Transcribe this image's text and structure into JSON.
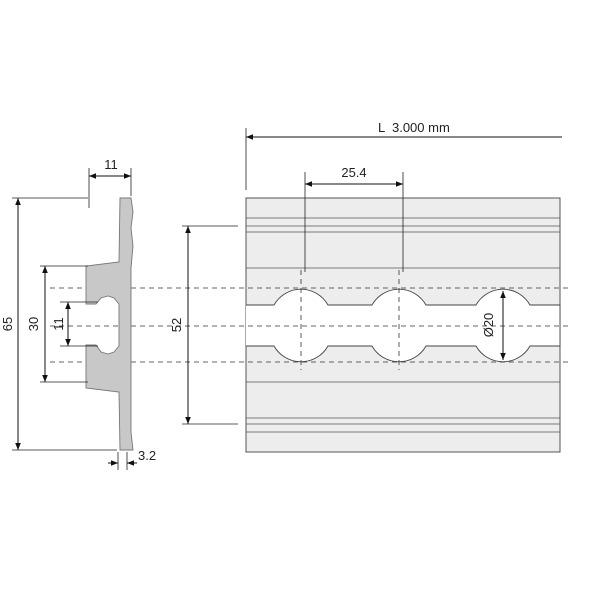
{
  "drawing": {
    "colors": {
      "line": "#111111",
      "profile_fill": "#c8c8c8",
      "profile_stroke": "#777777",
      "rail_fill": "#ededed",
      "rail_stroke": "#444444"
    },
    "dimensions": {
      "length": "L  3.000 mm",
      "pitch": "25.4",
      "hole_diameter": "Ø20",
      "profile_width": "11",
      "total_height": "65",
      "slot_span": "30",
      "slot_width": "11",
      "rail_height": "52",
      "thickness": "3.2"
    }
  }
}
